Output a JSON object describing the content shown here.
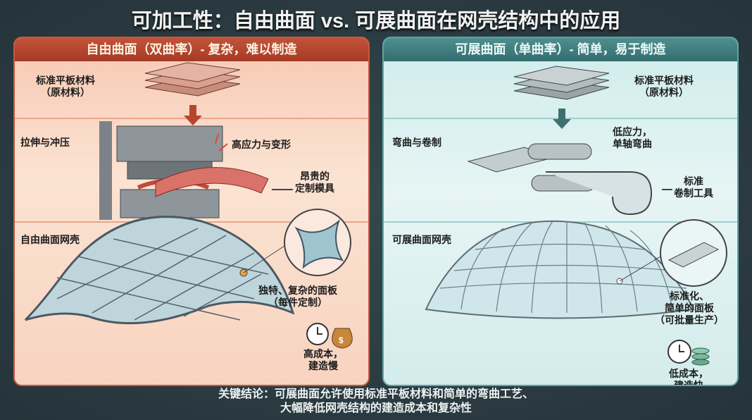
{
  "title": "可加工性：自由曲面 vs. 可展曲面在网壳结构中的应用",
  "left": {
    "header": "自由曲面（双曲率）- 复杂，难以制造",
    "raw_1": "标准平板材料",
    "raw_2": "（原材料）",
    "process": "拉伸与冲压",
    "stress": "高应力与变形",
    "tool_1": "昂贵的",
    "tool_2": "定制模具",
    "shell": "自由曲面网壳",
    "panel_1": "独特、复杂的面板",
    "panel_2": "（每件定制）",
    "cost_1": "高成本，",
    "cost_2": "建造慢"
  },
  "right": {
    "header": "可展曲面（单曲率）- 简单，易于制造",
    "raw_1": "标准平板材料",
    "raw_2": "（原材料）",
    "process": "弯曲与卷制",
    "stress_1": "低应力，",
    "stress_2": "单轴弯曲",
    "tool_1": "标准",
    "tool_2": "卷制工具",
    "shell": "可展曲面网壳",
    "panel_1": "标准化、",
    "panel_2": "简单的面板",
    "panel_3": "（可批量生产）",
    "cost_1": "低成本，",
    "cost_2": "建造快"
  },
  "conclusion_1": "关键结论：可展曲面允许使用标准平板材料和简单的弯曲工艺、",
  "conclusion_2": "大幅降低网壳结构的建造成本和复杂性",
  "colors": {
    "free_accent": "#b8452e",
    "dev_accent": "#3f7f80",
    "background": "#2b3a40"
  }
}
